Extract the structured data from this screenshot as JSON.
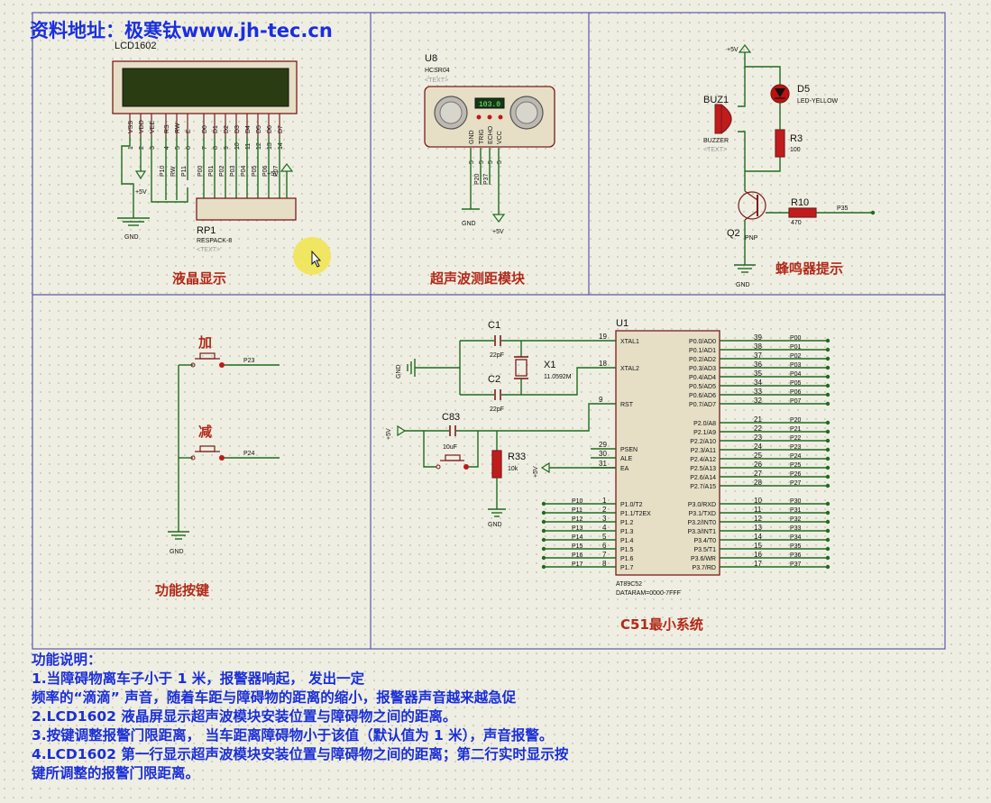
{
  "header": {
    "source_link": "资料地址：极寒钛www.jh-tec.cn"
  },
  "sections": {
    "lcd": "液晶显示",
    "ultrasonic": "超声波测距模块",
    "buzzer": "蜂鸣器提示",
    "buttons": "功能按键",
    "mcu": "C51最小系统"
  },
  "lcd_module": {
    "ref": "LCD1602",
    "pins": [
      "VSS",
      "VDD",
      "VEE",
      "RS",
      "RW",
      "E",
      "D0",
      "D1",
      "D2",
      "D3",
      "D4",
      "D5",
      "D6",
      "D7"
    ],
    "pin_numbers": [
      "1",
      "2",
      "3",
      "4",
      "5",
      "6",
      "7",
      "8",
      "9",
      "10",
      "11",
      "12",
      "13",
      "14"
    ],
    "nets": [
      "P10",
      "RW",
      "P11",
      "P00",
      "P01",
      "P02",
      "P03",
      "P04",
      "P05",
      "P06",
      "P07"
    ],
    "rp_ref": "RP1",
    "rp_value": "RESPACK-8",
    "rp_text": "<TEXT>",
    "vcc": "+5V",
    "gnd": "GND"
  },
  "ultrasonic_module": {
    "ref": "U8",
    "part": "HCSR04",
    "text": "<TEXT>",
    "display": "103.0",
    "pins": [
      "GND",
      "TRIG",
      "ECHO",
      "VCC"
    ],
    "pin_numbers": [
      "5",
      "5",
      "5",
      "5"
    ],
    "nets": [
      "P20",
      "P37"
    ],
    "gnd": "GND",
    "vcc": "+5V"
  },
  "buzzer_module": {
    "vcc": "+5V",
    "buz_ref": "BUZ1",
    "buz_value": "BUZZER",
    "buz_text": "<TEXT>",
    "led_ref": "D5",
    "led_value": "LED-YELLOW",
    "r3_ref": "R3",
    "r3_value": "100",
    "q_ref": "Q2",
    "q_value": "PNP",
    "r10_ref": "R10",
    "r10_value": "470",
    "net": "P35",
    "gnd": "GND"
  },
  "buttons_module": {
    "add_label": "加",
    "sub_label": "减",
    "add_net": "P23",
    "sub_net": "P24",
    "gnd": "GND"
  },
  "mcu_module": {
    "ref": "U1",
    "part": "AT89C52",
    "dataram": "DATARAM=0000-7FFF",
    "c1_ref": "C1",
    "c1_value": "22pF",
    "c2_ref": "C2",
    "c2_value": "22pF",
    "x1_ref": "X1",
    "x1_value": "11.0592M",
    "c83_ref": "C83",
    "c83_value": "10uF",
    "r33_ref": "R33",
    "r33_value": "10k",
    "vcc": "+5V",
    "gnd": "GND",
    "left_pins": [
      {
        "num": "19",
        "name": "XTAL1"
      },
      {
        "num": "18",
        "name": "XTAL2"
      },
      {
        "num": "9",
        "name": "RST"
      },
      {
        "num": "29",
        "name": "PSEN"
      },
      {
        "num": "30",
        "name": "ALE"
      },
      {
        "num": "31",
        "name": "EA"
      }
    ],
    "p0": [
      {
        "num": "39",
        "name": "P0.0/AD0",
        "net": "P00"
      },
      {
        "num": "38",
        "name": "P0.1/AD1",
        "net": "P01"
      },
      {
        "num": "37",
        "name": "P0.2/AD2",
        "net": "P02"
      },
      {
        "num": "36",
        "name": "P0.3/AD3",
        "net": "P03"
      },
      {
        "num": "35",
        "name": "P0.4/AD4",
        "net": "P04"
      },
      {
        "num": "34",
        "name": "P0.5/AD5",
        "net": "P05"
      },
      {
        "num": "33",
        "name": "P0.6/AD6",
        "net": "P06"
      },
      {
        "num": "32",
        "name": "P0.7/AD7",
        "net": "P07"
      }
    ],
    "p2": [
      {
        "num": "21",
        "name": "P2.0/A8",
        "net": "P20"
      },
      {
        "num": "22",
        "name": "P2.1/A9",
        "net": "P21"
      },
      {
        "num": "23",
        "name": "P2.2/A10",
        "net": "P22"
      },
      {
        "num": "24",
        "name": "P2.3/A11",
        "net": "P23"
      },
      {
        "num": "25",
        "name": "P2.4/A12",
        "net": "P24"
      },
      {
        "num": "26",
        "name": "P2.5/A13",
        "net": "P25"
      },
      {
        "num": "27",
        "name": "P2.6/A14",
        "net": "P26"
      },
      {
        "num": "28",
        "name": "P2.7/A15",
        "net": "P27"
      }
    ],
    "p3": [
      {
        "num": "10",
        "name": "P3.0/RXD",
        "net": "P30"
      },
      {
        "num": "11",
        "name": "P3.1/TXD",
        "net": "P31"
      },
      {
        "num": "12",
        "name": "P3.2/INT0",
        "net": "P32"
      },
      {
        "num": "13",
        "name": "P3.3/INT1",
        "net": "P33"
      },
      {
        "num": "14",
        "name": "P3.4/T0",
        "net": "P34"
      },
      {
        "num": "15",
        "name": "P3.5/T1",
        "net": "P35"
      },
      {
        "num": "16",
        "name": "P3.6/WR",
        "net": "P36"
      },
      {
        "num": "17",
        "name": "P3.7/RD",
        "net": "P37"
      }
    ],
    "p1": [
      {
        "num": "1",
        "name": "P1.0/T2",
        "net": "P10"
      },
      {
        "num": "2",
        "name": "P1.1/T2EX",
        "net": "P11"
      },
      {
        "num": "3",
        "name": "P1.2",
        "net": "P12"
      },
      {
        "num": "4",
        "name": "P1.3",
        "net": "P13"
      },
      {
        "num": "5",
        "name": "P1.4",
        "net": "P14"
      },
      {
        "num": "6",
        "name": "P1.5",
        "net": "P15"
      },
      {
        "num": "7",
        "name": "P1.6",
        "net": "P16"
      },
      {
        "num": "8",
        "name": "P1.7",
        "net": "P17"
      }
    ]
  },
  "notes": [
    "功能说明：",
    "1.当障碍物离车子小于 1 米，报警器响起， 发出一定",
    "频率的“滴滴” 声音，随着车距与障碍物的距离的缩小，报警器声音越来越急促",
    "2.LCD1602 液晶屏显示超声波模块安装位置与障碍物之间的距离。",
    "3.按键调整报警门限距离， 当车距离障碍物小于该值（默认值为 1 米），声音报警。",
    "4.LCD1602 第一行显示超声波模块安装位置与障碍物之间的距离；第二行实时显示按",
    "键所调整的报警门限距离。"
  ],
  "colors": {
    "wire": "#1f6b1f",
    "part": "#7a1d1d",
    "component_fill": "#e6dfc6",
    "title": "#b22a1a",
    "note_text": "#1a2fd8",
    "frame": "#5a5aa8"
  }
}
